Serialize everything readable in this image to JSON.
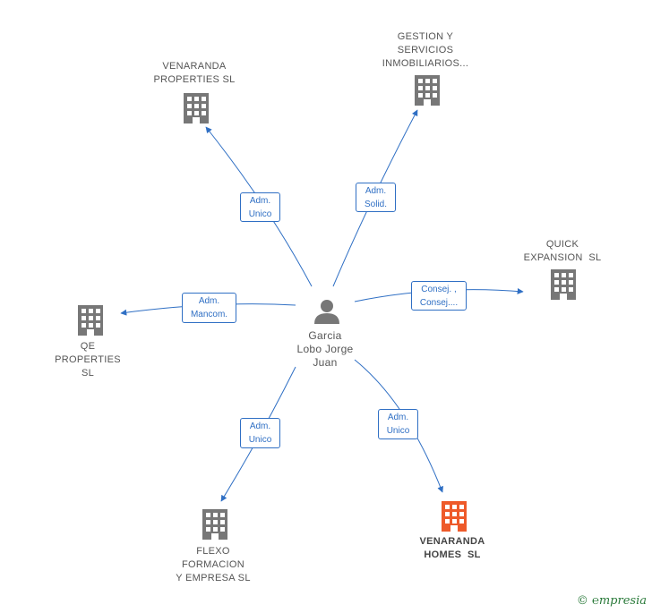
{
  "center": {
    "name": "Garcia\nLobo Jorge\nJuan"
  },
  "companies": [
    {
      "id": "venaranda-properties",
      "name": "VENARANDA\nPROPERTIES SL"
    },
    {
      "id": "gestion-servicios",
      "name": "GESTION Y\nSERVICIOS\nINMOBILIARIOS..."
    },
    {
      "id": "quick-expansion",
      "name": "QUICK\nEXPANSION  SL"
    },
    {
      "id": "qe-properties",
      "name": "QE\nPROPERTIES\nSL"
    },
    {
      "id": "flexo-formacion",
      "name": "FLEXO\nFORMACION\nY EMPRESA SL"
    },
    {
      "id": "venaranda-homes",
      "name": "VENARANDA\nHOMES  SL"
    }
  ],
  "relations": [
    {
      "target": "venaranda-properties",
      "label": "Adm.\nUnico"
    },
    {
      "target": "gestion-servicios",
      "label": "Adm.\nSolid."
    },
    {
      "target": "quick-expansion",
      "label": "Consej. ,\nConsej...."
    },
    {
      "target": "qe-properties",
      "label": "Adm.\nMancom."
    },
    {
      "target": "flexo-formacion",
      "label": "Adm.\nUnico"
    },
    {
      "target": "venaranda-homes",
      "label": "Adm.\nUnico"
    }
  ],
  "colors": {
    "edge": "#2f6fc4",
    "building": "#777777",
    "building_main": "#ee5a2a",
    "person": "#777777"
  },
  "footer": {
    "copyright": "© ℮mpresia"
  }
}
